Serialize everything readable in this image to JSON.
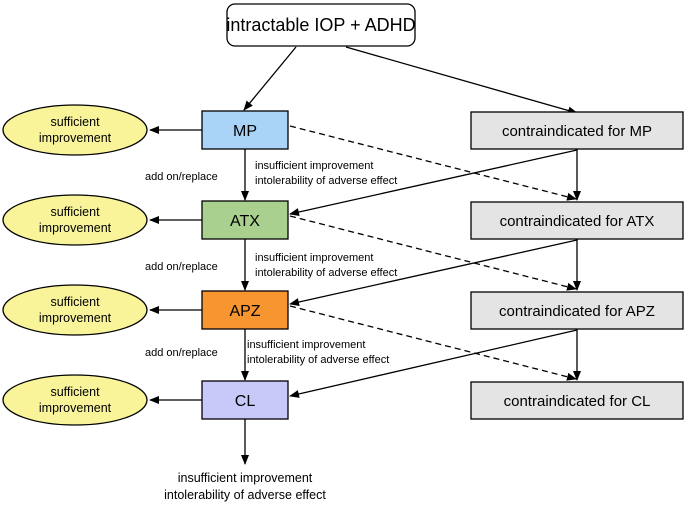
{
  "top": {
    "label": "intractable IOP + ADHD"
  },
  "drugs": [
    {
      "label": "MP",
      "fill": "#a9d3f7"
    },
    {
      "label": "ATX",
      "fill": "#a9d08e"
    },
    {
      "label": "APZ",
      "fill": "#f79531"
    },
    {
      "label": "CL",
      "fill": "#c9c9f9"
    }
  ],
  "ovals": [
    {
      "line1": "sufficient",
      "line2": "improvement"
    },
    {
      "line1": "sufficient",
      "line2": "improvement"
    },
    {
      "line1": "sufficient",
      "line2": "improvement"
    },
    {
      "line1": "sufficient",
      "line2": "improvement"
    }
  ],
  "contra": [
    {
      "label": "contraindicated for MP"
    },
    {
      "label": "contraindicated for ATX"
    },
    {
      "label": "contraindicated for APZ"
    },
    {
      "label": "contraindicated for CL"
    }
  ],
  "edge_labels": {
    "add_on": [
      "add on/replace",
      "add on/replace",
      "add on/replace"
    ],
    "insufficient": [
      {
        "line1": "insufficient improvement",
        "line2": "intolerability of adverse effect"
      },
      {
        "line1": "insufficient improvement",
        "line2": "intolerability of adverse effect"
      },
      {
        "line1": "insufficient improvement",
        "line2": "intolerability of adverse effect"
      }
    ],
    "final": {
      "line1": "insufficient improvement",
      "line2": "intolerability of adverse effect"
    }
  },
  "colors": {
    "oval_fill": "#f9f49a",
    "contra_fill": "#e4e4e4",
    "stroke": "#000000"
  }
}
